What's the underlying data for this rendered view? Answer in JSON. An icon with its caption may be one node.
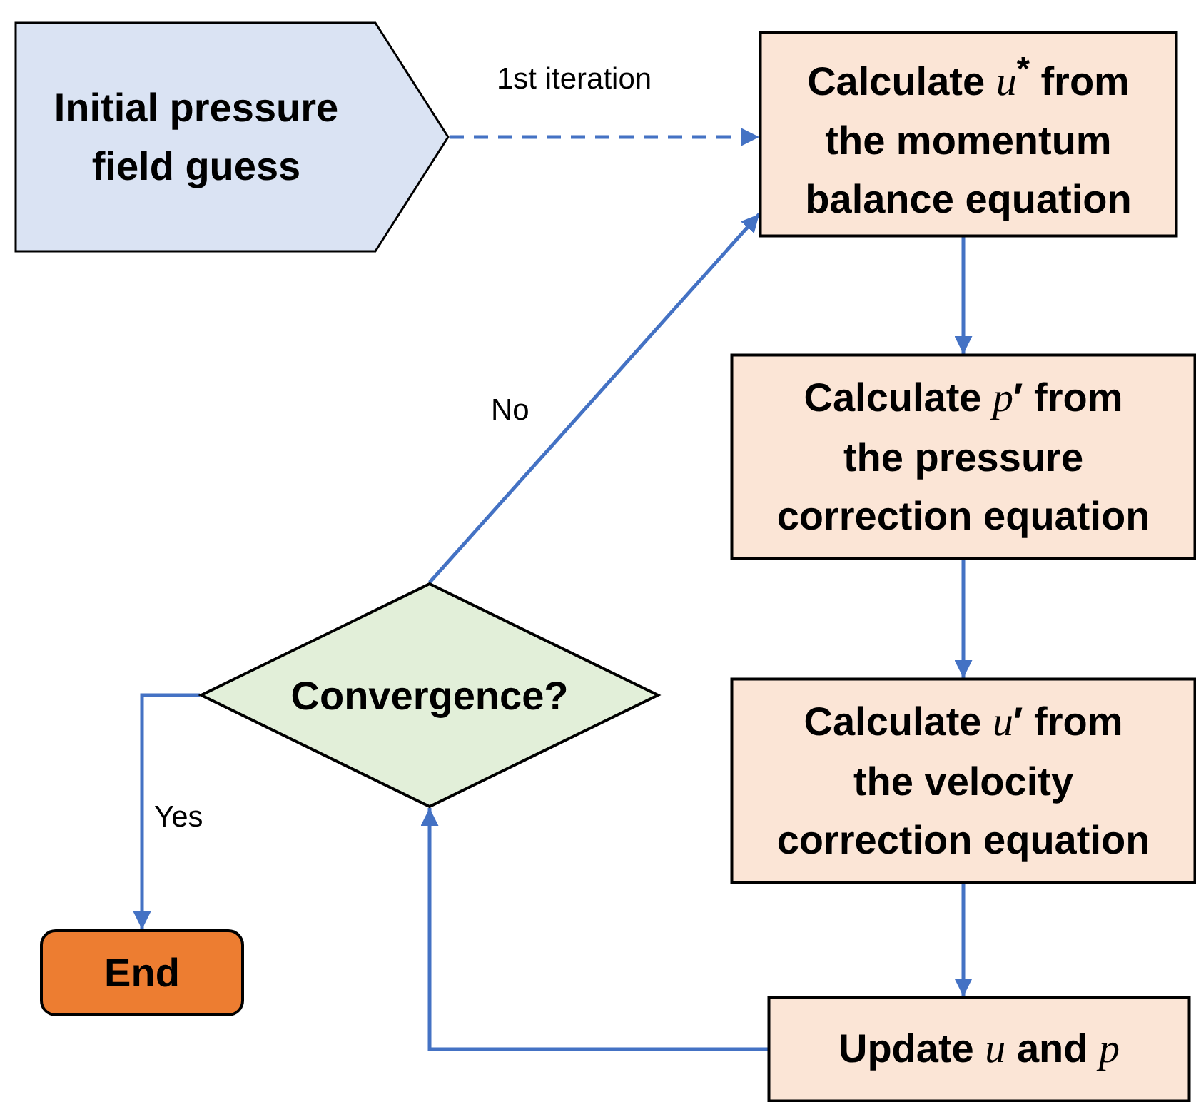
{
  "diagram": {
    "nodes": [
      {
        "text": [
          "Initial pressure field guess"
        ]
      },
      {
        "text": [
          "Calculate *u*$^{*}$ from the momentum balance equation"
        ]
      },
      {
        "text": [
          "Calculate *p*′ from the pressure correction equation"
        ]
      },
      {
        "text": [
          "Convergence?"
        ]
      },
      {
        "text": [
          "Calculate *u*′ from the velocity correction equation"
        ]
      },
      {
        "text": [
          "End"
        ]
      },
      {
        "text": [
          "Update *u* and *p*"
        ]
      }
    ],
    "edges": [
      {
        "from": 0,
        "to": 1,
        "arrow": "to",
        "style": "dashed",
        "label": "1st iteration"
      },
      {
        "from": 1,
        "to": 2,
        "arrow": "to"
      },
      {
        "from": 2,
        "to": 4,
        "arrow": "to"
      },
      {
        "from": 4,
        "to": 6,
        "arrow": "to"
      },
      {
        "from": 6,
        "to": 3,
        "arrow": "to"
      },
      {
        "from": 3,
        "to": 1,
        "arrow": "to",
        "label": "No"
      },
      {
        "from": 3,
        "to": 5,
        "arrow": "to",
        "label": "Yes"
      }
    ]
  }
}
